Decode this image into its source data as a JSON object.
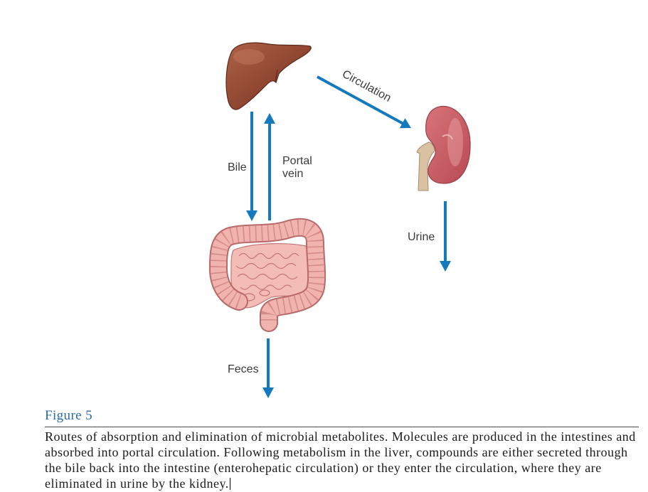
{
  "diagram": {
    "labels": {
      "bile": "Bile",
      "portal_vein": [
        "Portal",
        "vein"
      ],
      "circulation": "Circulation",
      "urine": "Urine",
      "feces": "Feces"
    },
    "icons": {
      "liver": "liver-icon",
      "kidney": "kidney-icon",
      "intestine": "intestine-icon"
    },
    "colors": {
      "arrow": "#1479bf",
      "label_text": "#3a3a3a"
    }
  },
  "caption": {
    "figure_label": "Figure 5",
    "lines": [
      "Routes of absorption and elimination of microbial metabolites. Molecules are produced in the intestines and",
      "absorbed into portal circulation. Following metabolism in the liver, compounds are either secreted through",
      "the bile back into the intestine (enterohepatic circulation) or they enter the circulation, where they are",
      "eliminated in urine by the kidney."
    ],
    "colors": {
      "figure_label": "#2a69ae",
      "text": "#1a1a1a",
      "rule": "#4a4a4a"
    }
  }
}
